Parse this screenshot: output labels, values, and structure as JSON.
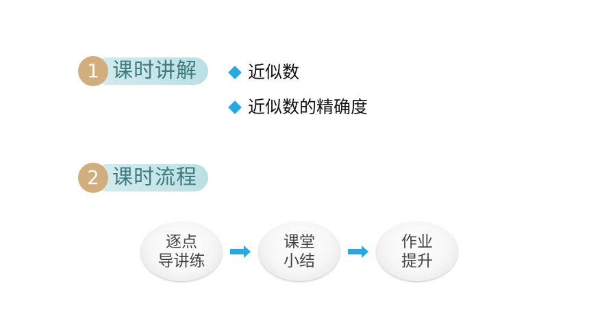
{
  "sections": [
    {
      "number": "1",
      "label": "课时讲解"
    },
    {
      "number": "2",
      "label": "课时流程"
    }
  ],
  "bullets": [
    "近似数",
    "近似数的精确度"
  ],
  "flow": [
    {
      "text": "逐点\n导讲练"
    },
    {
      "text": "课堂\n小结"
    },
    {
      "text": "作业\n提升"
    }
  ],
  "colors": {
    "accent_circle": "#d2ad7d",
    "pill": "#c6e5e9",
    "header_text": "#3d7a7d",
    "bullet_diamond": "#29a8e0",
    "arrow": "#29a8e0"
  }
}
